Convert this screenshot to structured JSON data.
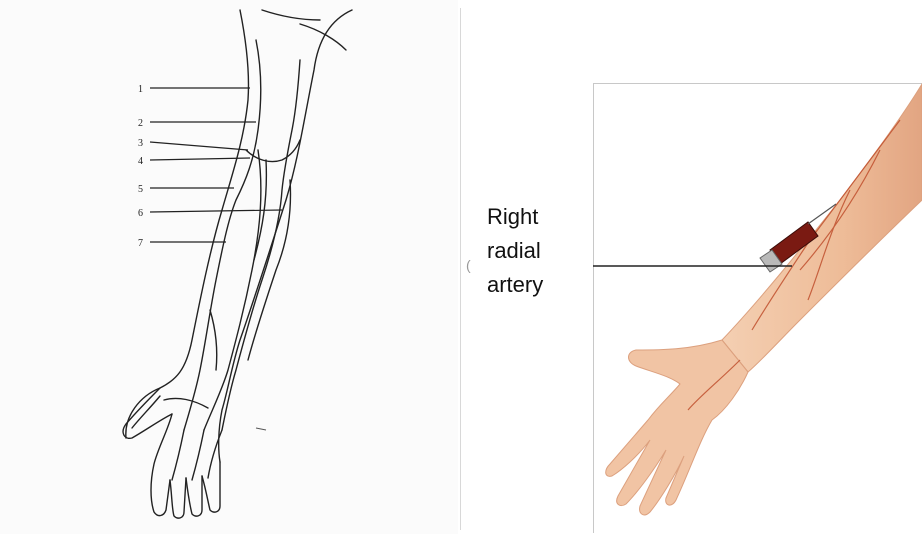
{
  "left_diagram": {
    "labels": [
      "1",
      "2",
      "3",
      "4",
      "5",
      "6",
      "7"
    ]
  },
  "right_diagram": {
    "label_line1": "Right",
    "label_line2": "radial",
    "label_line3": "artery"
  },
  "colors": {
    "skin": "#f1c4a4",
    "skin_shadow": "#e0a27f",
    "vessel": "#c0502e",
    "blood": "#7a1a12",
    "line": "#222222"
  }
}
